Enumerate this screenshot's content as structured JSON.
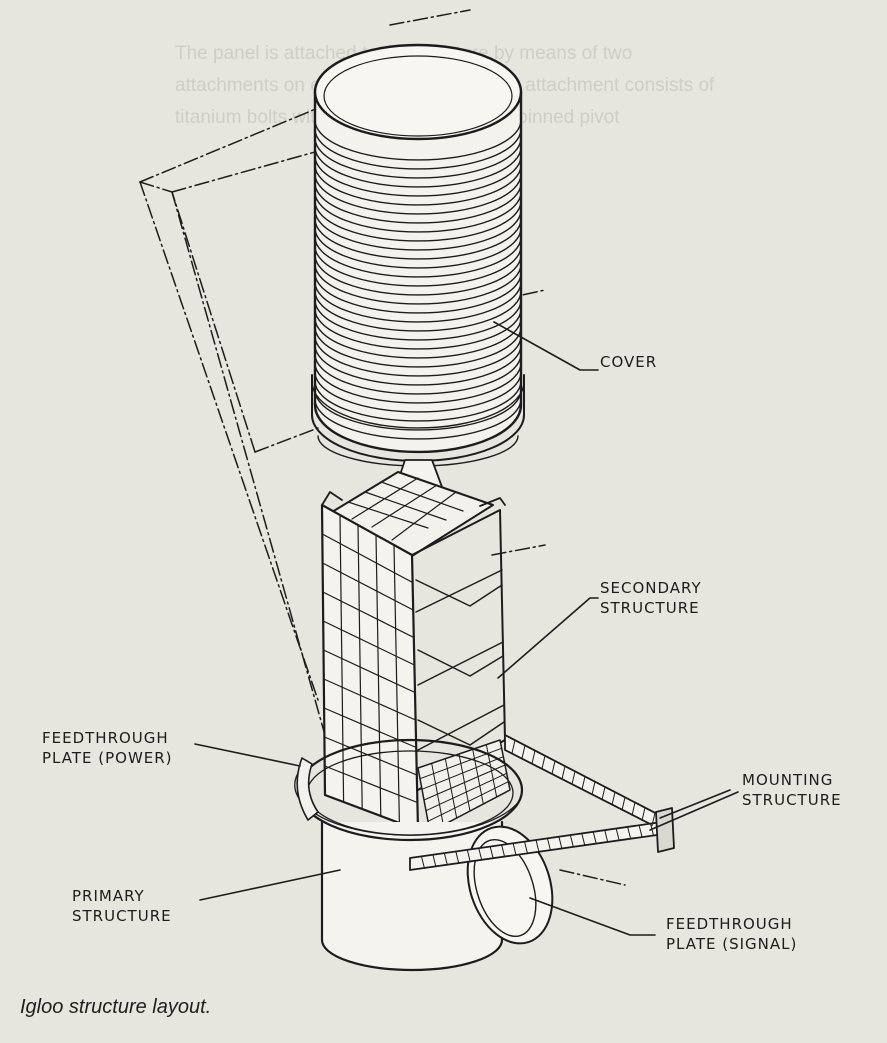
{
  "background_text": [
    "The panel is attached to the structure by means of two",
    "attachments on each Tri-Axial panel. The attachment consists of",
    "titanium bolts with integral washers on a pinned pivot"
  ],
  "labels": {
    "cover": "COVER",
    "secondary_structure": [
      "SECONDARY",
      "STRUCTURE"
    ],
    "feedthrough_power": [
      "FEEDTHROUGH",
      "PLATE (POWER)"
    ],
    "mounting_structure": [
      "MOUNTING",
      "STRUCTURE"
    ],
    "primary_structure": [
      "PRIMARY",
      "STRUCTURE"
    ],
    "feedthrough_signal": [
      "FEEDTHROUGH",
      "PLATE (SIGNAL)"
    ]
  },
  "caption": "Igloo structure layout.",
  "colors": {
    "paper": "#e6e5de",
    "ink": "#1c1c1c",
    "fill": "#f4f3ee"
  }
}
